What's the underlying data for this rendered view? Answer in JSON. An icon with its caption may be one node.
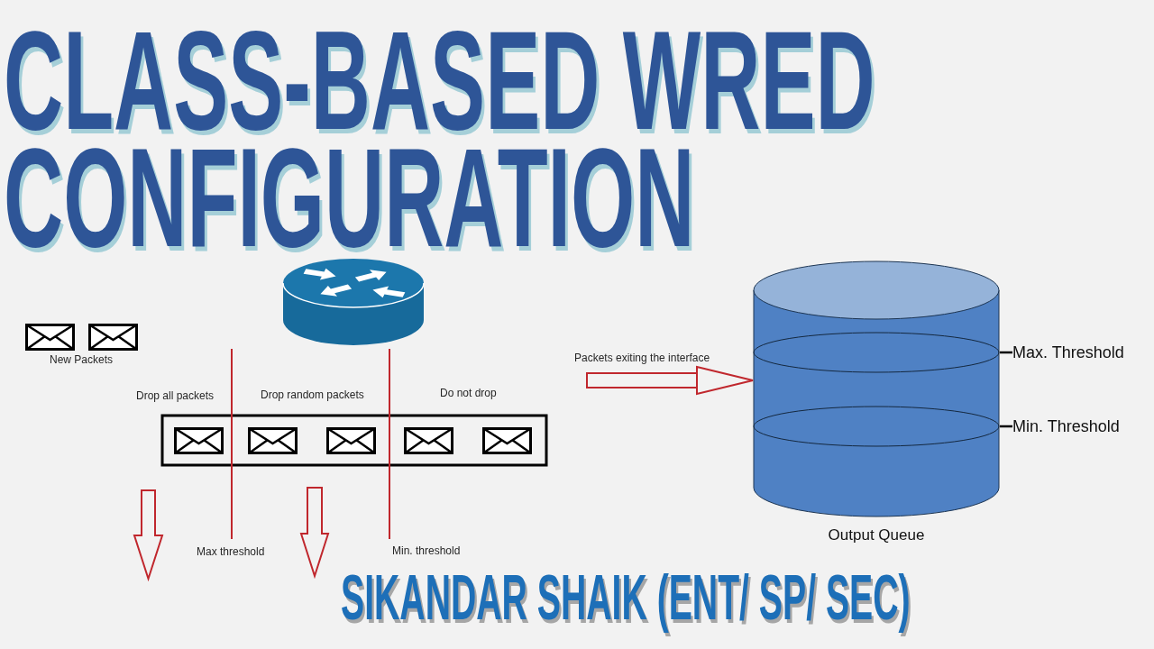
{
  "diagram": {
    "title": "CLASS-BASED WRED CONFIGURATION",
    "caption": "SIKANDAR SHAIK (ENT/ SP/ SEC)",
    "nodes": [
      {
        "text": [
          "Output Queue"
        ]
      },
      {
        "text": [
          "Max. Threshold"
        ]
      },
      {
        "text": [
          "Min. Threshold"
        ]
      }
    ],
    "edges": [
      {
        "from": null,
        "to": 0,
        "arrow": "to",
        "label": "Packets exiting the interface",
        "color": "#c0272d"
      },
      {
        "from": 1,
        "to": null,
        "arrow": "none"
      },
      {
        "from": 2,
        "to": null,
        "arrow": "none"
      }
    ],
    "labels": [
      "New Packets",
      "Drop all packets",
      "Drop random packets",
      "Do not drop",
      "Max threshold",
      "Min. threshold"
    ]
  }
}
